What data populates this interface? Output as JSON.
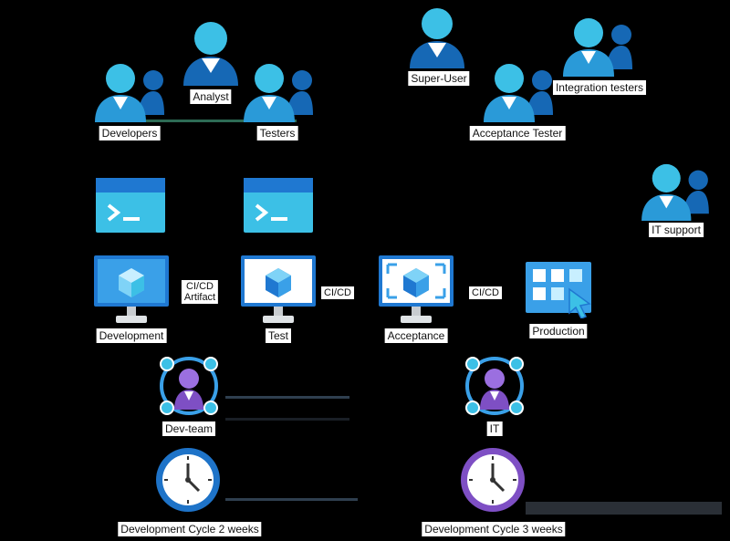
{
  "colors": {
    "background": "#000000",
    "user_light": "#3cc0e6",
    "user_dark": "#1668b5",
    "accent_blue": "#1e73c8",
    "monitor_frame": "#1f78d1",
    "purple": "#7e4fc4",
    "line_dark": "#2f3f4f",
    "line_green": "#2d6b55"
  },
  "actors": {
    "developers": {
      "label": "Developers",
      "icon": "user-group-icon"
    },
    "analyst": {
      "label": "Analyst",
      "icon": "user-icon"
    },
    "testers": {
      "label": "Testers",
      "icon": "user-group-icon"
    },
    "super_user": {
      "label": "Super-User",
      "icon": "user-icon"
    },
    "acceptance_tester": {
      "label": "Acceptance Tester",
      "icon": "user-group-icon"
    },
    "integration_testers": {
      "label": "Integration testers",
      "icon": "user-group-icon"
    },
    "it_support": {
      "label": "IT support",
      "icon": "user-group-icon"
    }
  },
  "consoles": [
    {
      "icon": "console-icon"
    },
    {
      "icon": "console-icon"
    }
  ],
  "environments": {
    "development": {
      "label": "Development",
      "icon": "vm-monitor-icon"
    },
    "test": {
      "label": "Test",
      "icon": "vm-monitor-icon"
    },
    "acceptance": {
      "label": "Acceptance",
      "icon": "vm-scaleset-monitor-icon"
    },
    "production": {
      "label": "Production",
      "icon": "app-tiles-icon"
    }
  },
  "pipelines": {
    "dev_to_test": {
      "line1": "CI/CD",
      "line2": "Artifact"
    },
    "test_to_acceptance": {
      "label": "CI/CD"
    },
    "acceptance_to_production": {
      "label": "CI/CD"
    }
  },
  "teams": {
    "dev_team": {
      "label": "Dev-team",
      "icon": "team-icon"
    },
    "it": {
      "label": "IT",
      "icon": "team-icon"
    }
  },
  "cycles": {
    "dev_cycle": {
      "label": "Development Cycle 2 weeks",
      "icon": "clock-icon",
      "ring": "#1e73c8"
    },
    "ops_cycle": {
      "label": "Development Cycle 3 weeks",
      "icon": "clock-icon",
      "ring": "#7e4fc4"
    }
  }
}
